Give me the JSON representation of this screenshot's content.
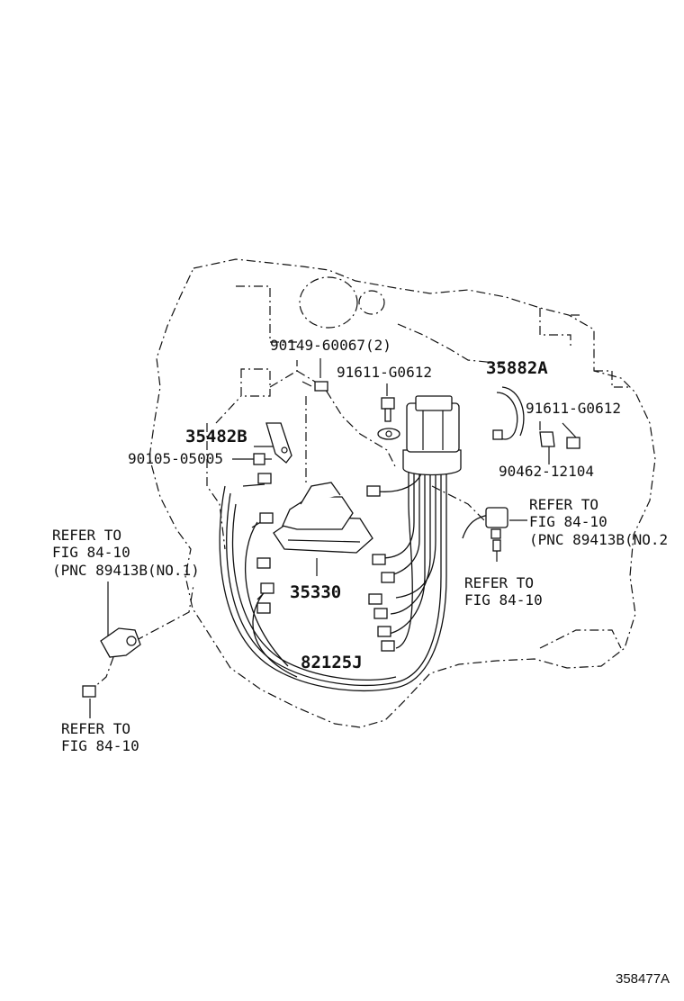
{
  "labels": {
    "p90149": "90149-60067(2)",
    "p91611a": "91611-G0612",
    "p35882a": "35882A",
    "p91611b": "91611-G0612",
    "p35482b": "35482B",
    "p90105": "90105-05005",
    "p90462": "90462-12104",
    "p35330": "35330",
    "p82125j": "82125J"
  },
  "refs": {
    "left_line1": "REFER TO",
    "left_line2": "FIG 84-10",
    "left_line3": "(PNC 89413B(NO.1)",
    "right_line1": "REFER TO",
    "right_line2": "FIG 84-10",
    "right_line3": "(PNC 89413B(NO.2",
    "mid_line1": "REFER TO",
    "mid_line2": "FIG 84-10",
    "bottom_line1": "REFER TO",
    "bottom_line2": "FIG 84-10"
  },
  "figure_id": "358477A"
}
